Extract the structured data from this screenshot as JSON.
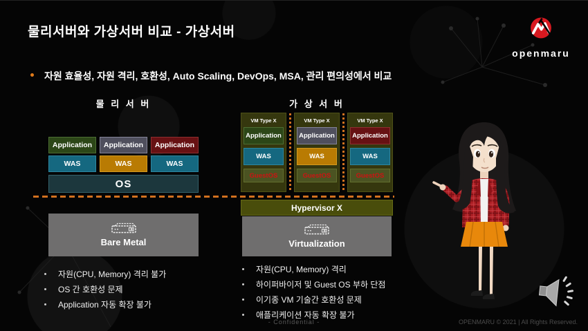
{
  "slide": {
    "title": "물리서버와 가상서버 비교 - 가상서버",
    "intro_bullet": "자원 효율성, 자원 격리, 호환성, Auto Scaling, DevOps, MSA, 관리 편의성에서 비교",
    "footer": {
      "confidential": "- Confidential -",
      "copyright": "OPENMARU ©  2021 | All Rights Reserved."
    }
  },
  "logo": {
    "text": "openmaru"
  },
  "physical": {
    "heading": "물 리 서 버",
    "stacks": [
      {
        "app": "Application",
        "was": "WAS"
      },
      {
        "app": "Application",
        "was": "WAS"
      },
      {
        "app": "Application",
        "was": "WAS"
      }
    ],
    "os_label": "OS",
    "hardware_label": "Bare Metal",
    "bullets": [
      "자원(CPU, Memory) 격리 불가",
      "OS 간 호환성 문제",
      "Application 자동 확장 불가"
    ]
  },
  "virtual": {
    "heading": "가 상 서 버",
    "vms": [
      {
        "header": "VM Type X",
        "app": "Application",
        "was": "WAS",
        "guest_os": "GuestOS"
      },
      {
        "header": "VM Type X",
        "app": "Application",
        "was": "WAS",
        "guest_os": "GuestOS"
      },
      {
        "header": "VM Type X",
        "app": "Application",
        "was": "WAS",
        "guest_os": "GuestOS"
      }
    ],
    "hypervisor_label": "Hypervisor X",
    "hardware_label": "Virtualization",
    "bullets": [
      "자원(CPU, Memory) 격리",
      "하이퍼바이저 및 Guest OS 부하 단점",
      "이기종 VM 기술간 호환성 문제",
      "애플리케이션 자동 확장 불가"
    ]
  },
  "colors": {
    "accent_orange": "#E07B1A",
    "dash_orange": "#D2711F",
    "app_green": "#2C4617",
    "app_slate": "#4F4F5D",
    "app_red": "#671113",
    "was_teal": "#156880",
    "was_amber": "#B97B03",
    "os_teal": "#1C373D",
    "vm_olive": "#35370E",
    "hypervisor_olive": "#494D0B",
    "hardware_gray": "#6F6E6E",
    "guest_os_text": "#CE1212",
    "logo_red": "#D71920"
  }
}
